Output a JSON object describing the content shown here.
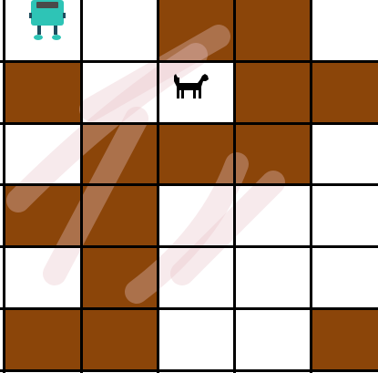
{
  "board": {
    "rows": 6,
    "cols": 5,
    "grid": [
      [
        "empty",
        "empty",
        "wall",
        "wall",
        "empty"
      ],
      [
        "wall",
        "empty",
        "empty",
        "wall",
        "wall"
      ],
      [
        "empty",
        "wall",
        "wall",
        "wall",
        "empty"
      ],
      [
        "wall",
        "wall",
        "empty",
        "empty",
        "empty"
      ],
      [
        "empty",
        "wall",
        "empty",
        "empty",
        "empty"
      ],
      [
        "wall",
        "wall",
        "empty",
        "empty",
        "wall"
      ]
    ],
    "colors": {
      "wall": "#8b4509",
      "empty": "#ffffff",
      "grid_line": "#000000"
    }
  },
  "robot": {
    "icon": "robot-icon",
    "row": 0,
    "col": 0,
    "colors": {
      "body": "#2ec4b6",
      "screen": "#4a4a4a",
      "legs": "#1f4e5f"
    }
  },
  "dog": {
    "icon": "dog-icon",
    "row": 1,
    "col": 2,
    "color": "#000000"
  },
  "watermark": {
    "color": "#e8c4c8"
  }
}
